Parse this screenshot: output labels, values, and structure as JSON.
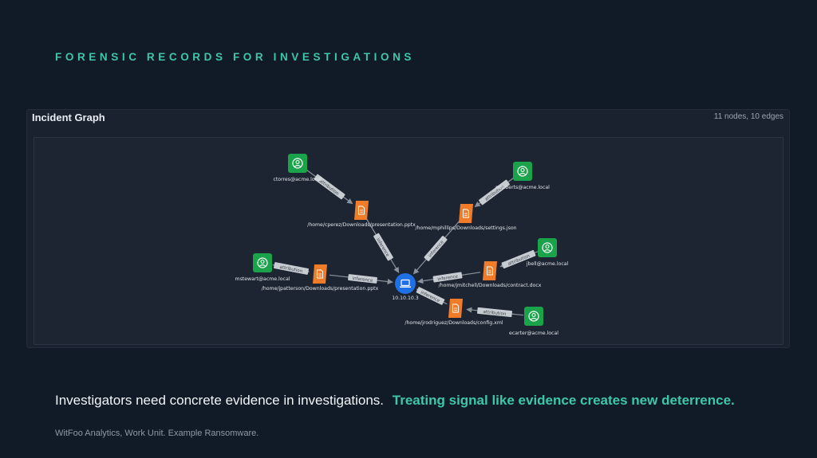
{
  "header": {
    "kicker": "FORENSIC RECORDS FOR INVESTIGATIONS"
  },
  "panel": {
    "title": "Incident Graph",
    "stats": "11 nodes, 10 edges"
  },
  "graph": {
    "nodes": [
      {
        "id": "host",
        "type": "host",
        "label": "10.10.10.3",
        "color": "#1f6fe6"
      },
      {
        "id": "u_ctorres",
        "type": "user",
        "label": "ctorres@acme.local",
        "color": "#1aa34a"
      },
      {
        "id": "u_mroberts",
        "type": "user",
        "label": "mroberts@acme.local",
        "color": "#1aa34a"
      },
      {
        "id": "u_jbell",
        "type": "user",
        "label": "jbell@acme.local",
        "color": "#1aa34a"
      },
      {
        "id": "u_mstewart",
        "type": "user",
        "label": "mstewart@acme.local",
        "color": "#1aa34a"
      },
      {
        "id": "u_ecarter",
        "type": "user",
        "label": "ecarter@acme.local",
        "color": "#1aa34a"
      },
      {
        "id": "f_cperez",
        "type": "file",
        "label": "/home/cperez/Downloads/presentation.pptx",
        "color": "#f07c2a"
      },
      {
        "id": "f_mphillips",
        "type": "file",
        "label": "/home/mphillips/Downloads/settings.json",
        "color": "#f07c2a"
      },
      {
        "id": "f_jmitchell",
        "type": "file",
        "label": "/home/jmitchell/Downloads/contract.docx",
        "color": "#f07c2a"
      },
      {
        "id": "f_jpatterson",
        "type": "file",
        "label": "/home/jpatterson/Downloads/presentation.pptx",
        "color": "#f07c2a"
      },
      {
        "id": "f_jrodriguez",
        "type": "file",
        "label": "/home/jrodriguez/Downloads/config.xml",
        "color": "#f07c2a"
      }
    ],
    "edges": [
      {
        "from": "u_ctorres",
        "to": "f_cperez",
        "label": "attribution"
      },
      {
        "from": "f_cperez",
        "to": "host",
        "label": "inference"
      },
      {
        "from": "u_mroberts",
        "to": "f_mphillips",
        "label": "attribution"
      },
      {
        "from": "f_mphillips",
        "to": "host",
        "label": "inference"
      },
      {
        "from": "u_jbell",
        "to": "f_jmitchell",
        "label": "attribution"
      },
      {
        "from": "f_jmitchell",
        "to": "host",
        "label": "inference"
      },
      {
        "from": "u_mstewart",
        "to": "f_jpatterson",
        "label": "attribution"
      },
      {
        "from": "f_jpatterson",
        "to": "host",
        "label": "inference"
      },
      {
        "from": "u_ecarter",
        "to": "f_jrodriguez",
        "label": "attribution"
      },
      {
        "from": "f_jrodriguez",
        "to": "host",
        "label": "inference"
      }
    ],
    "colors": {
      "edge": "#8a929c",
      "edge_label_bg": "#c7ccd2",
      "node_label": "#e1e6eb"
    }
  },
  "caption": {
    "main": "Investigators need concrete evidence in investigations.",
    "highlight": "Treating signal like evidence creates new deterrence."
  },
  "footnote": "WitFoo Analytics, Work Unit. Example Ransomware."
}
